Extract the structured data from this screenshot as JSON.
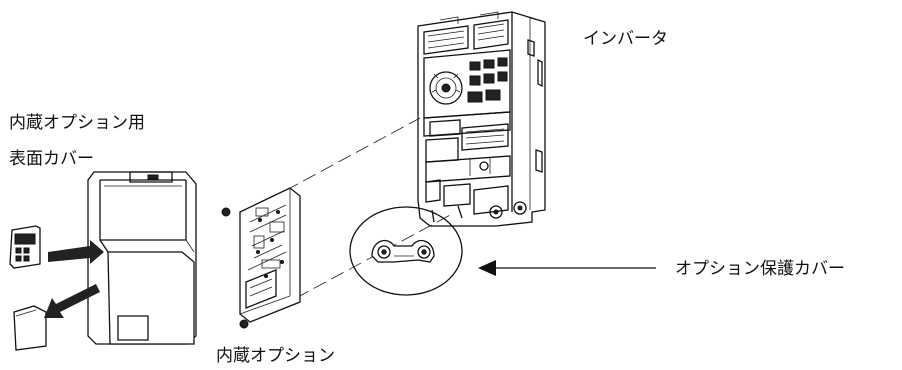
{
  "labels": {
    "inverter": "インバータ",
    "cover_line1": "内蔵オプション用",
    "cover_line2": "表面カバー",
    "builtin_option": "内蔵オプション",
    "protection_cover": "オプション保護カバー"
  }
}
